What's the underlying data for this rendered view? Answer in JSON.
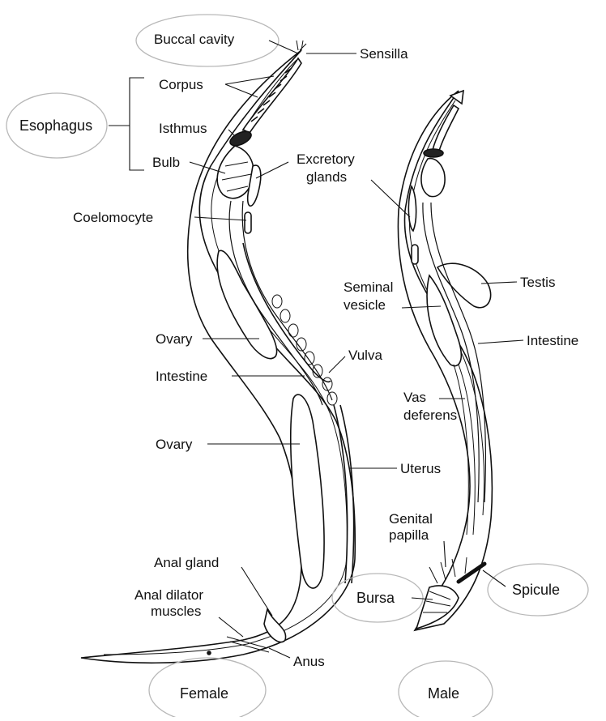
{
  "labels": {
    "buccal_cavity": "Buccal cavity",
    "sensilla": "Sensilla",
    "corpus": "Corpus",
    "esophagus": "Esophagus",
    "isthmus": "Isthmus",
    "bulb": "Bulb",
    "excretory_glands_1": "Excretory",
    "excretory_glands_2": "glands",
    "coelomocyte": "Coelomocyte",
    "ovary_upper": "Ovary",
    "vulva": "Vulva",
    "intestine_female": "Intestine",
    "ovary_lower": "Ovary",
    "uterus": "Uterus",
    "anal_gland": "Anal gland",
    "anal_dilator_1": "Anal dilator",
    "anal_dilator_2": "muscles",
    "anus": "Anus",
    "bursa": "Bursa",
    "female": "Female",
    "male": "Male",
    "seminal_vesicle_1": "Seminal",
    "seminal_vesicle_2": "vesicle",
    "testis": "Testis",
    "intestine_male": "Intestine",
    "vas_deferens_1": "Vas",
    "vas_deferens_2": "deferens",
    "genital_papilla_1": "Genital",
    "genital_papilla_2": "papilla",
    "spicule": "Spicule"
  },
  "colors": {
    "ink": "#111111",
    "ellipse_stroke": "#b8b8b8",
    "fill": "#ffffff"
  }
}
